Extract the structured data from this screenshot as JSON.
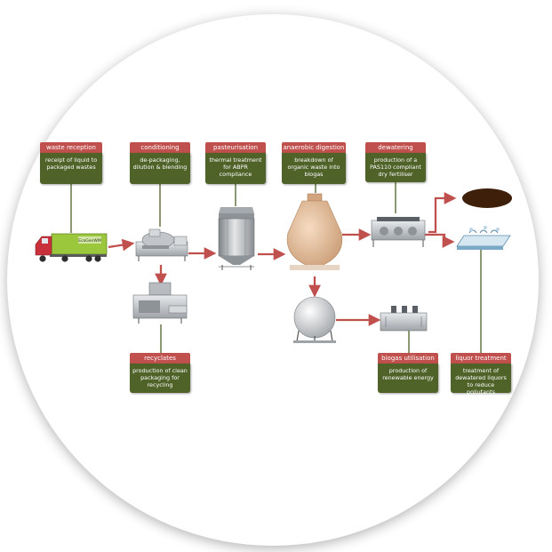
{
  "stages": {
    "waste_reception": {
      "title": "waste reception",
      "description": "receipt of liquid to packaged wastes"
    },
    "conditioning": {
      "title": "conditioning",
      "description": "de-packaging, dilution & blending"
    },
    "pasteurisation": {
      "title": "pasteurisation",
      "description": "thermal treatment for ABPR compliance"
    },
    "anaerobic_digestion": {
      "title": "anaerobic digestion",
      "description": "breakdown of organic waste into biogas"
    },
    "dewatering": {
      "title": "dewatering",
      "description": "production of a PAS110 compliant dry fertiliser"
    },
    "recyclates": {
      "title": "recyclates",
      "description": "production of clean packaging for recycling"
    },
    "biogas_utilisation": {
      "title": "biogas utilisation",
      "description": "production of renewable energy"
    },
    "liquor_treatment": {
      "title": "liquor treatment",
      "description": "treatment of dewatered liquors to reduce pollutants"
    }
  },
  "truck": {
    "label": "EcoGenWM"
  },
  "colors": {
    "header": "#c0504d",
    "box": "#4f6228",
    "arrow": "#c0504d",
    "connector": "#4f6228"
  }
}
